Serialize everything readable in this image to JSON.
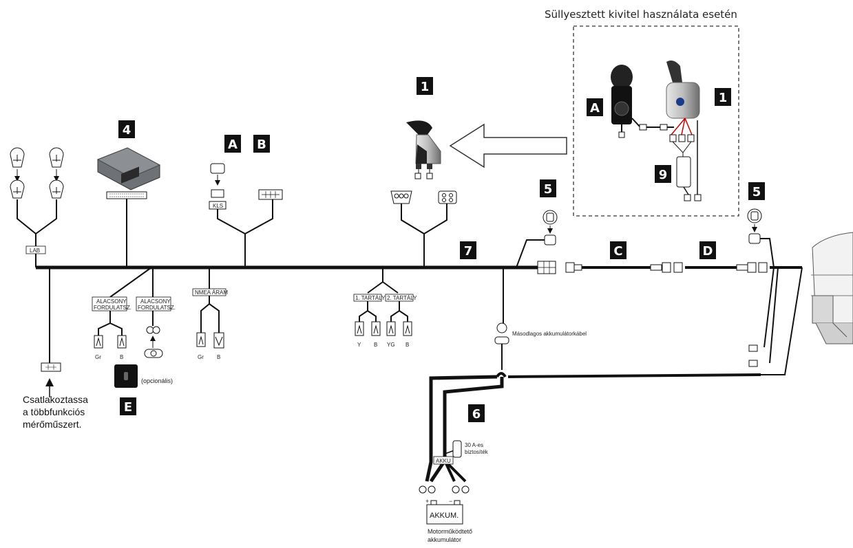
{
  "header": {
    "title": "Süllyesztett kivitel használata esetén"
  },
  "badges": {
    "n1_main": "1",
    "n1_inset": "1",
    "n4": "4",
    "nA_main": "A",
    "nB_main": "B",
    "nA_inset": "A",
    "n9": "9",
    "n5_left": "5",
    "n5_right": "5",
    "n7": "7",
    "nC": "C",
    "nD": "D",
    "n6": "6",
    "nE": "E"
  },
  "labels": {
    "lab": "LAB",
    "kls": "KLS",
    "alacsony1_a": "ALACSONY",
    "alacsony1_b": "FORDULATSZ.",
    "alacsony2_a": "ALACSONY",
    "alacsony2_b": "FORDULATSZ.",
    "nmea": "NMEA ÁRAM",
    "tartaly1": "1. TARTÁLY",
    "tartaly2": "2. TARTÁLY",
    "wire_gr1": "Gr",
    "wire_b1": "B",
    "wire_gr2": "Gr",
    "wire_b2": "B",
    "wire_y": "Y",
    "wire_b3": "B",
    "wire_yg": "YG",
    "wire_b4": "B",
    "opcionalis": "(opcionális)",
    "masodlagos": "Másodlagos akkumulátorkábel",
    "fuse_a": "30 A-es",
    "fuse_b": "biztosíték",
    "akku_box": "AKKU",
    "akkum_box": "AKKUM.",
    "motor_a": "Motorműködtető",
    "motor_b": "akkumulátor",
    "plus": "+",
    "minus": "−"
  },
  "notes": {
    "gauge_1": "Csatlakoztassa",
    "gauge_2": "a többfunkciós",
    "gauge_3": "mérőműszert."
  }
}
